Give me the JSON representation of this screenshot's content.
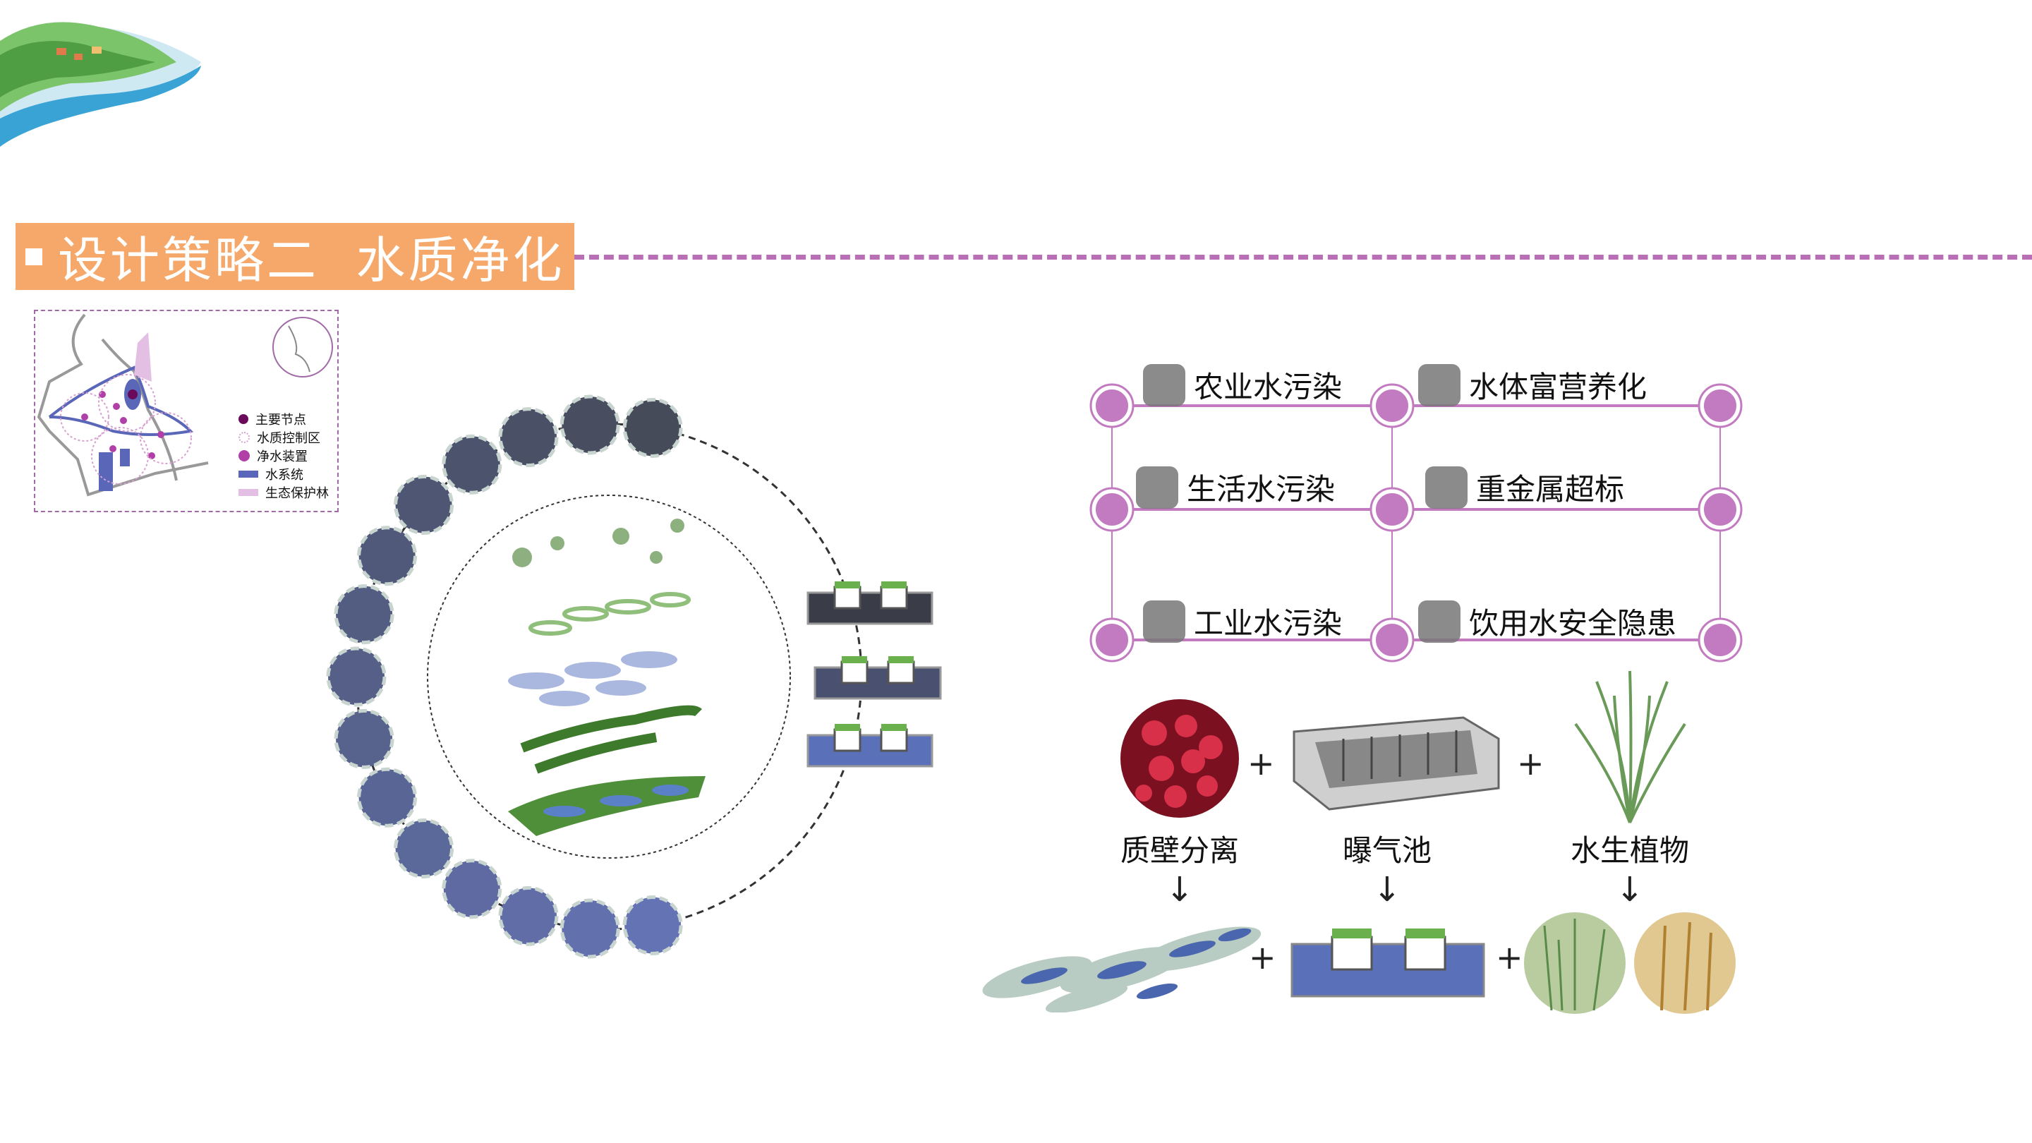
{
  "title": "设计策略二  水质净化",
  "legend": {
    "items": [
      {
        "label": "主要节点",
        "color": "#6a0a5a"
      },
      {
        "label": "水质控制区",
        "color": "#d8a0d0"
      },
      {
        "label": "净水装置",
        "color": "#b040a8"
      },
      {
        "label": "水系统",
        "color": "#5a66b8"
      },
      {
        "label": "生态保护林",
        "color": "#e3c0e3"
      }
    ]
  },
  "problems": [
    {
      "label": "农业水污染",
      "icon": "farmer-spraying-icon"
    },
    {
      "label": "水体富营养化",
      "icon": "water-drop-bacteria-icon"
    },
    {
      "label": "生活水污染",
      "icon": "bottle-pollution-icon"
    },
    {
      "label": "重金属超标",
      "icon": "hazmat-person-icon"
    },
    {
      "label": "工业水污染",
      "icon": "pipe-discharge-icon"
    },
    {
      "label": "饮用水安全隐患",
      "icon": "hand-bottle-icon"
    }
  ],
  "methods": [
    {
      "label": "质壁分离"
    },
    {
      "label": "曝气池"
    },
    {
      "label": "水生植物"
    }
  ],
  "symbols": {
    "plus": "+",
    "arrow": "↓"
  },
  "colors": {
    "accent": "#f5a86a",
    "purple": "#b86fb6",
    "node": "#c27bc0",
    "water": "#5a70b8"
  }
}
